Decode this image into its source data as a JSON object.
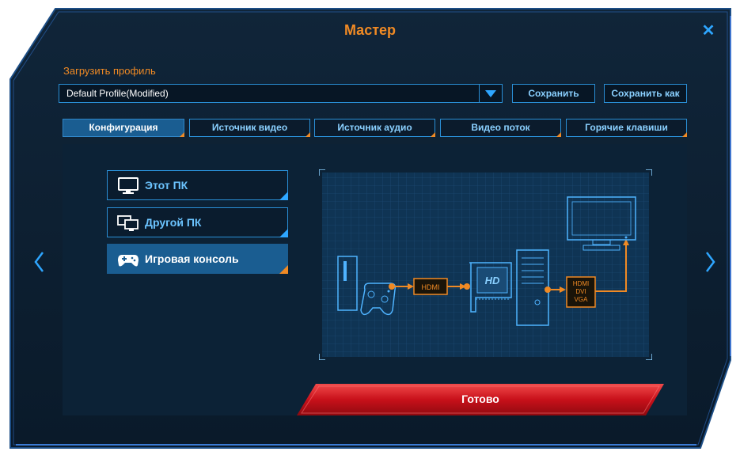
{
  "window": {
    "title": "Мастер",
    "close_icon": "close-icon"
  },
  "profile": {
    "label": "Загрузить профиль",
    "value": "Default Profile(Modified)",
    "save": "Сохранить",
    "save_as": "Сохранить как"
  },
  "tabs": [
    {
      "label": "Конфигурация",
      "active": true
    },
    {
      "label": "Источник видео"
    },
    {
      "label": "Источник аудио"
    },
    {
      "label": "Видео поток"
    },
    {
      "label": "Горячие клавиши"
    }
  ],
  "options": [
    {
      "label": "Этот ПК",
      "icon": "monitor-icon"
    },
    {
      "label": "Другой ПК",
      "icon": "two-monitors-icon"
    },
    {
      "label": "Игровая консоль",
      "icon": "gamepad-icon",
      "selected": true
    }
  ],
  "diagram": {
    "hdmi_label": "HDMI",
    "outputs": [
      "HDMI",
      "DVI",
      "VGA"
    ],
    "card_logo": "HD"
  },
  "done_button": "Готово",
  "colors": {
    "accent": "#f08a24",
    "primary": "#2ea6ff",
    "done": "#d0101a"
  }
}
